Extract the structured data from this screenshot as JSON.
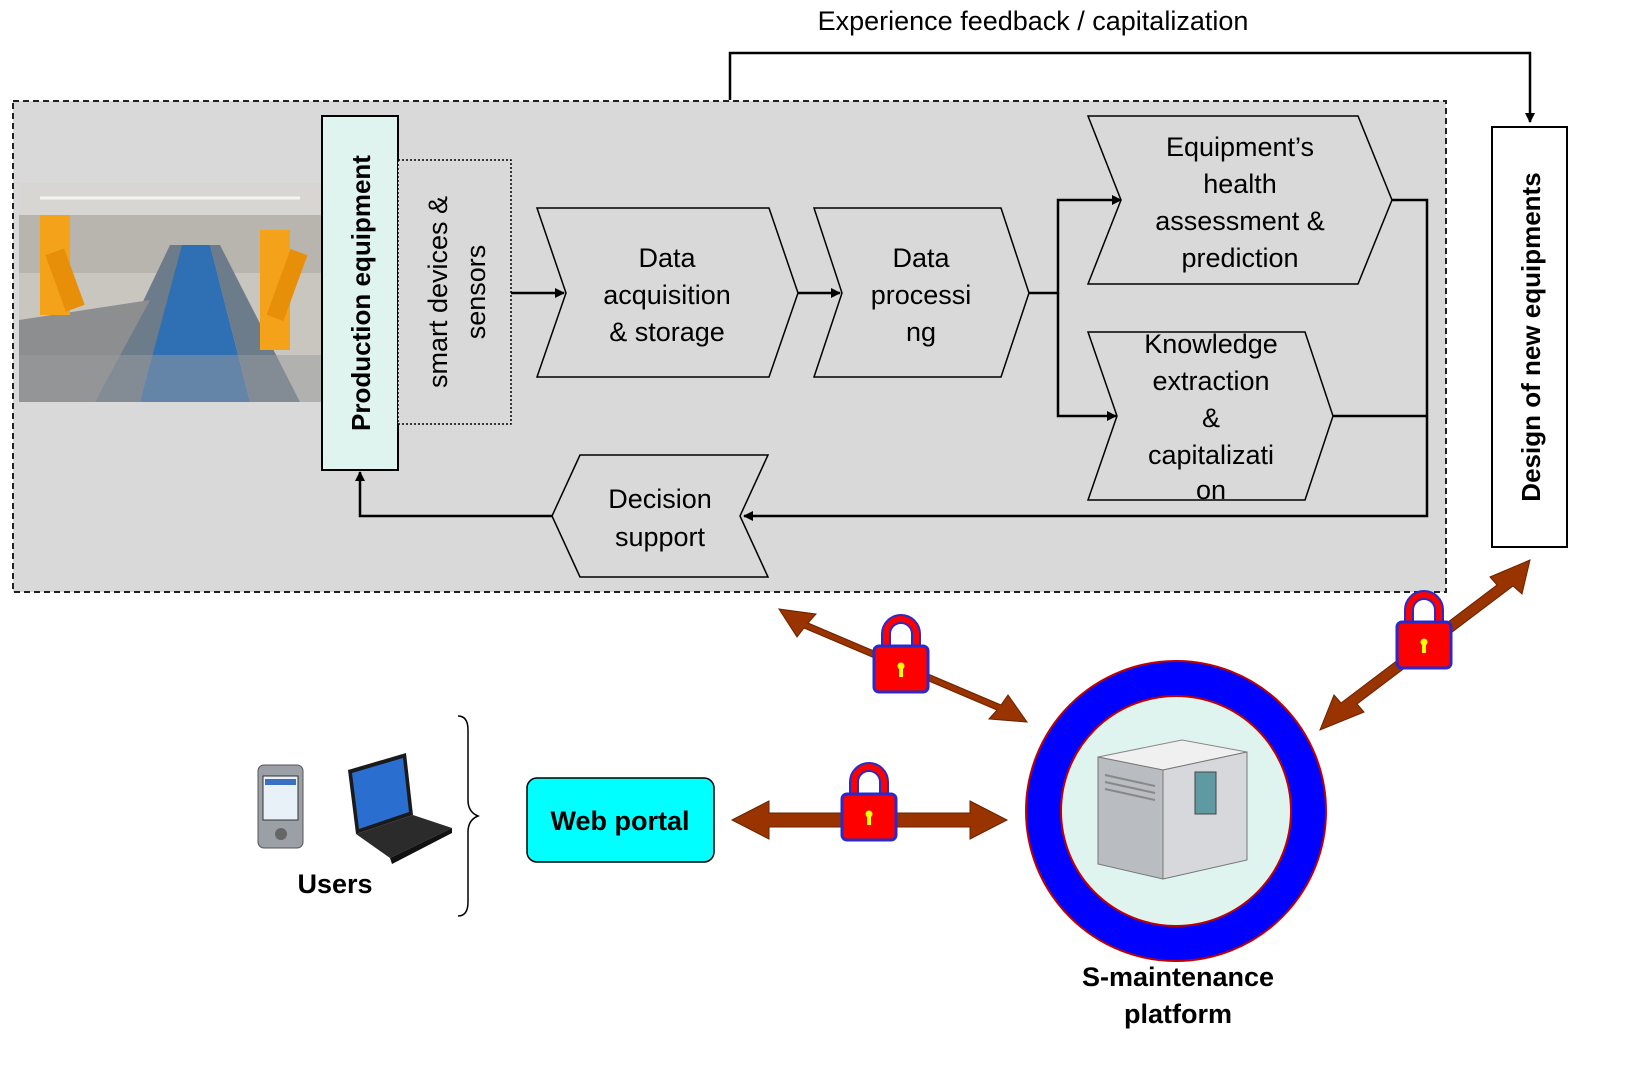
{
  "feedback": {
    "label": "Experience feedback / capitalization"
  },
  "production": {
    "label": "Production equipment"
  },
  "sensors": {
    "line1": "smart devices &",
    "line2": "sensors"
  },
  "acquisition": {
    "line1": "Data",
    "line2": "acquisition",
    "line3": "& storage"
  },
  "processing": {
    "line1": "Data",
    "line2": "processi",
    "line3": "ng"
  },
  "health": {
    "line1": "Equipment’s",
    "line2": "health",
    "line3": "assessment &",
    "line4": "prediction"
  },
  "knowledge": {
    "line1": "Knowledge",
    "line2": "extraction",
    "line3": "&",
    "line4": "capitalizati",
    "line5": "on"
  },
  "decision": {
    "line1": "Decision",
    "line2": "support"
  },
  "design": {
    "label": "Design of new equipments"
  },
  "portal": {
    "label": "Web portal"
  },
  "users": {
    "label": "Users"
  },
  "platform": {
    "line1": "S-maintenance",
    "line2": "platform"
  },
  "colors": {
    "panel": "#d9d9d9",
    "production_fill": "#dff3ef",
    "portal_fill": "#00ffff",
    "ring": "#0000ff",
    "ring_inner": "#dff3ef",
    "arrow": "#993300",
    "lock": "#ff0000"
  },
  "icons": [
    "factory-photo",
    "pda-icon",
    "laptop-icon",
    "server-icon",
    "lock-icon"
  ]
}
